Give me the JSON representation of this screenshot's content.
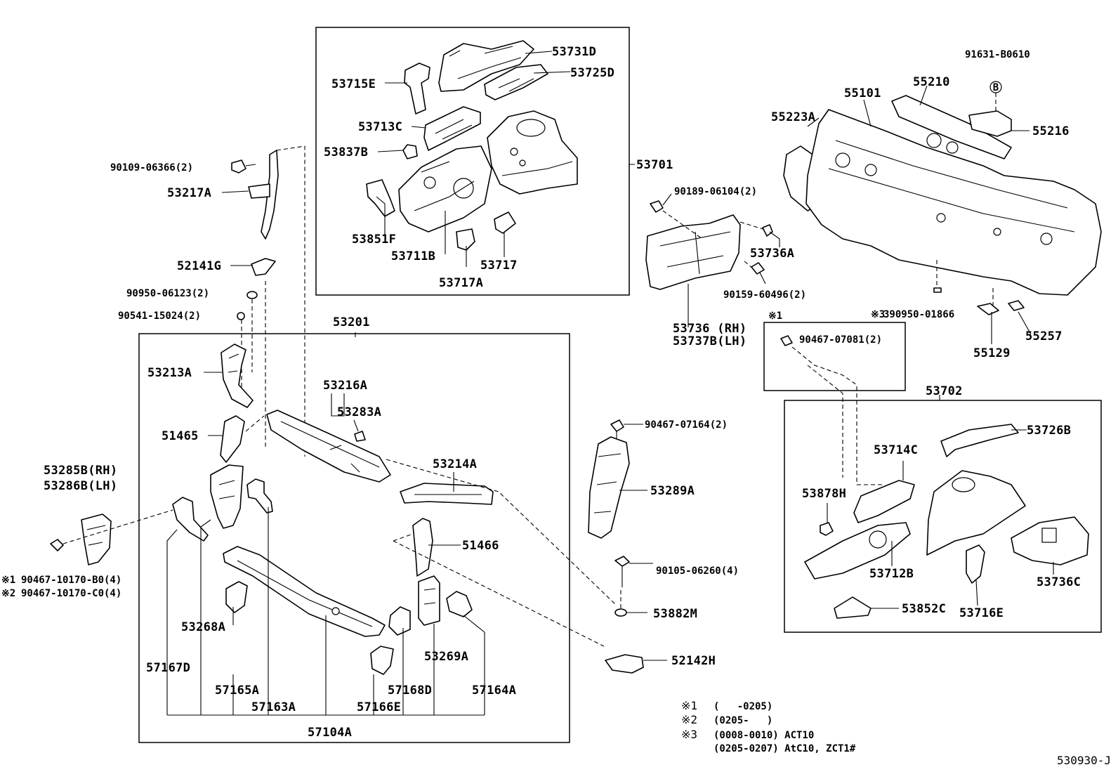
{
  "labels": {
    "p53731D": "53731D",
    "p53725D": "53725D",
    "p53715E": "53715E",
    "p53713C": "53713C",
    "p53837B": "53837B",
    "p53851F": "53851F",
    "p53711B": "53711B",
    "p53717": "53717",
    "p53717A": "53717A",
    "p53701": "53701",
    "p90109": "90109-06366(2)",
    "p53217A": "53217A",
    "p52141G": "52141G",
    "p90950a": "90950-06123(2)",
    "p90541": "90541-15024(2)",
    "p53201": "53201",
    "p53213A": "53213A",
    "p53216A": "53216A",
    "p53283A": "53283A",
    "p51465": "51465",
    "p53214A": "53214A",
    "p53285B": "53285B(RH)",
    "p53286B": "53286B(LH)",
    "p51466": "51466",
    "p90467a": "90467-10170-B0(4)",
    "p90467b": "90467-10170-C0(4)",
    "p53268A": "53268A",
    "p57167D": "57167D",
    "p57165A": "57165A",
    "p57163A": "57163A",
    "p57104A": "57104A",
    "p57166E": "57166E",
    "p57168D": "57168D",
    "p53269A": "53269A",
    "p57164A": "57164A",
    "p90467c": "90467-07164(2)",
    "p53289A": "53289A",
    "p90105": "90105-06260(4)",
    "p53882M": "53882M",
    "p52142H": "52142H",
    "p90189": "90189-06104(2)",
    "p53736A": "53736A",
    "p90159": "90159-60496(2)",
    "p53736": "53736 (RH)",
    "p53737B": "53737B(LH)",
    "p90467d": "90467-07081(2)",
    "p91631": "91631-B0610",
    "p55101": "55101",
    "p55210": "55210",
    "p55223A": "55223A",
    "p55216": "55216",
    "p90950b": "390950-01866",
    "p55129": "55129",
    "p55257": "55257",
    "p53702": "53702",
    "p53726B": "53726B",
    "p53714C": "53714C",
    "p53878H": "53878H",
    "p53712B": "53712B",
    "p53736C": "53736C",
    "p53852C": "53852C",
    "p53716E": "53716E"
  },
  "markers": {
    "ref_mark_1": "※1",
    "ref_mark_2": "※2",
    "ref_mark_3": "※3",
    "box_mark_1": "※1",
    "b_circle": "B"
  },
  "notes": {
    "n1_mark": "※1",
    "n1_text": "(   -0205)",
    "n2_mark": "※2",
    "n2_text": "(0205-   )",
    "n3_mark": "※3",
    "n3_text": "(0008-0010) ACT10",
    "n3_text2": "(0205-0207) AtC10, ZCT1#"
  },
  "figure_code": "530930-J"
}
